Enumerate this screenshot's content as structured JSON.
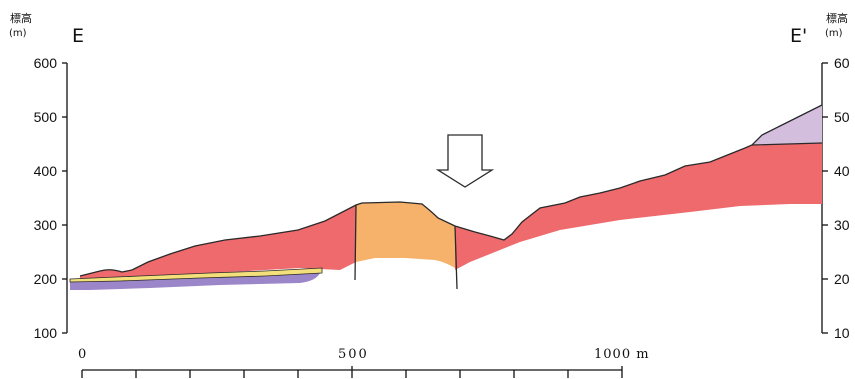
{
  "section": {
    "left_end": "E",
    "right_end": "E'",
    "left_axis_title": "標高",
    "left_axis_unit": "(m)",
    "right_axis_title": "標高",
    "right_axis_unit": "(m)"
  },
  "left_axis_ticks": [
    "600",
    "500",
    "400",
    "300",
    "200",
    "100"
  ],
  "right_axis_ticks": [
    "60",
    "50",
    "40",
    "30",
    "20",
    "10"
  ],
  "scale_bar": {
    "labels": [
      "0",
      "500",
      "1000 m"
    ]
  },
  "marker": {
    "icon": "down-arrow-icon"
  },
  "colors": {
    "red_unit": "#ee6a6d",
    "orange_unit": "#f6b16b",
    "purple_unit": "#9b86c9",
    "lilac_unit": "#d4bedd",
    "yellow_unit": "#f3e07a",
    "outline": "#2a2a2a"
  }
}
